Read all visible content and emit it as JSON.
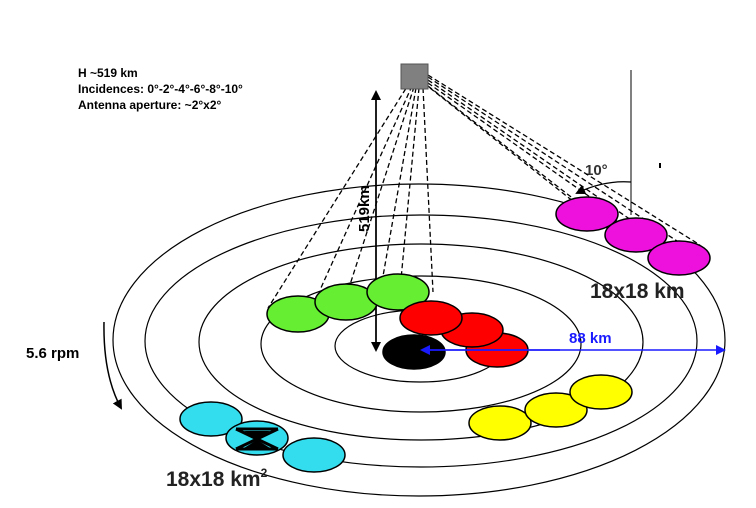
{
  "params": {
    "altitude": "H ~519 km",
    "incidences": "Incidences: 0°-2°-4°-6°-8°-10°",
    "aperture": "Antenna aperture: ~2°x2°"
  },
  "labels": {
    "altitude_axis": "519km",
    "angle": "10°",
    "rotation": "5.6 rpm",
    "radius": "88 km",
    "footprint_size_right": "18x18 km",
    "footprint_size_left_main": "18x18 km",
    "footprint_size_left_sup": "2"
  },
  "colors": {
    "green": "#66ee33",
    "red": "#ff0000",
    "magenta": "#ee11dd",
    "yellow": "#ffff00",
    "cyan": "#33ddee",
    "nadir": "#000000",
    "radius_arrow": "#1a1aff",
    "satellite": "#808080"
  },
  "footprint_groups": [
    {
      "name": "green-footprints",
      "color": "green",
      "count": 3
    },
    {
      "name": "red-footprints",
      "color": "red",
      "count": 3
    },
    {
      "name": "magenta-footprints",
      "color": "magenta",
      "count": 3
    },
    {
      "name": "yellow-footprints",
      "color": "yellow",
      "count": 3
    },
    {
      "name": "cyan-footprints",
      "color": "cyan",
      "count": 3
    }
  ]
}
